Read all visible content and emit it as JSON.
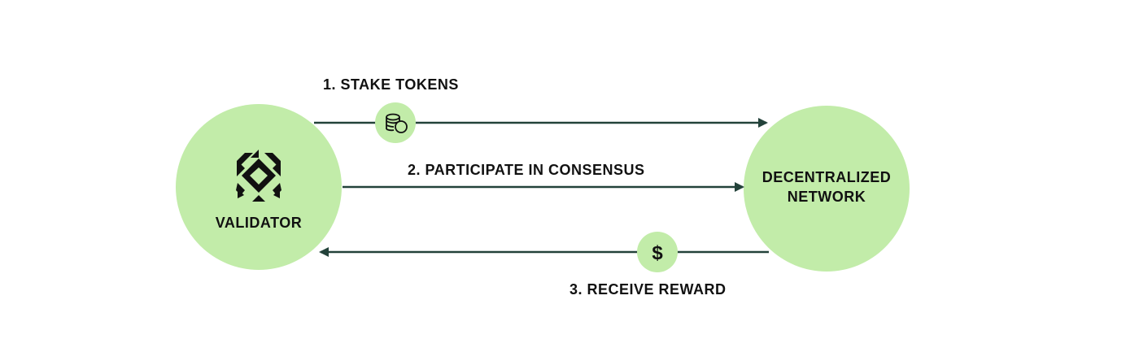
{
  "colors": {
    "node_fill": "#c2eca9",
    "arrow": "#23423a",
    "text": "#111111"
  },
  "validator": {
    "label": "VALIDATOR",
    "icon": "validator-logo-icon"
  },
  "network": {
    "label_line1": "DECENTRALIZED",
    "label_line2": "NETWORK"
  },
  "steps": {
    "stake": {
      "label": "1. STAKE TOKENS",
      "icon": "coins-icon"
    },
    "consensus": {
      "label": "2. PARTICIPATE IN CONSENSUS"
    },
    "reward": {
      "label": "3. RECEIVE REWARD",
      "icon": "dollar-icon",
      "icon_text": "$"
    }
  }
}
